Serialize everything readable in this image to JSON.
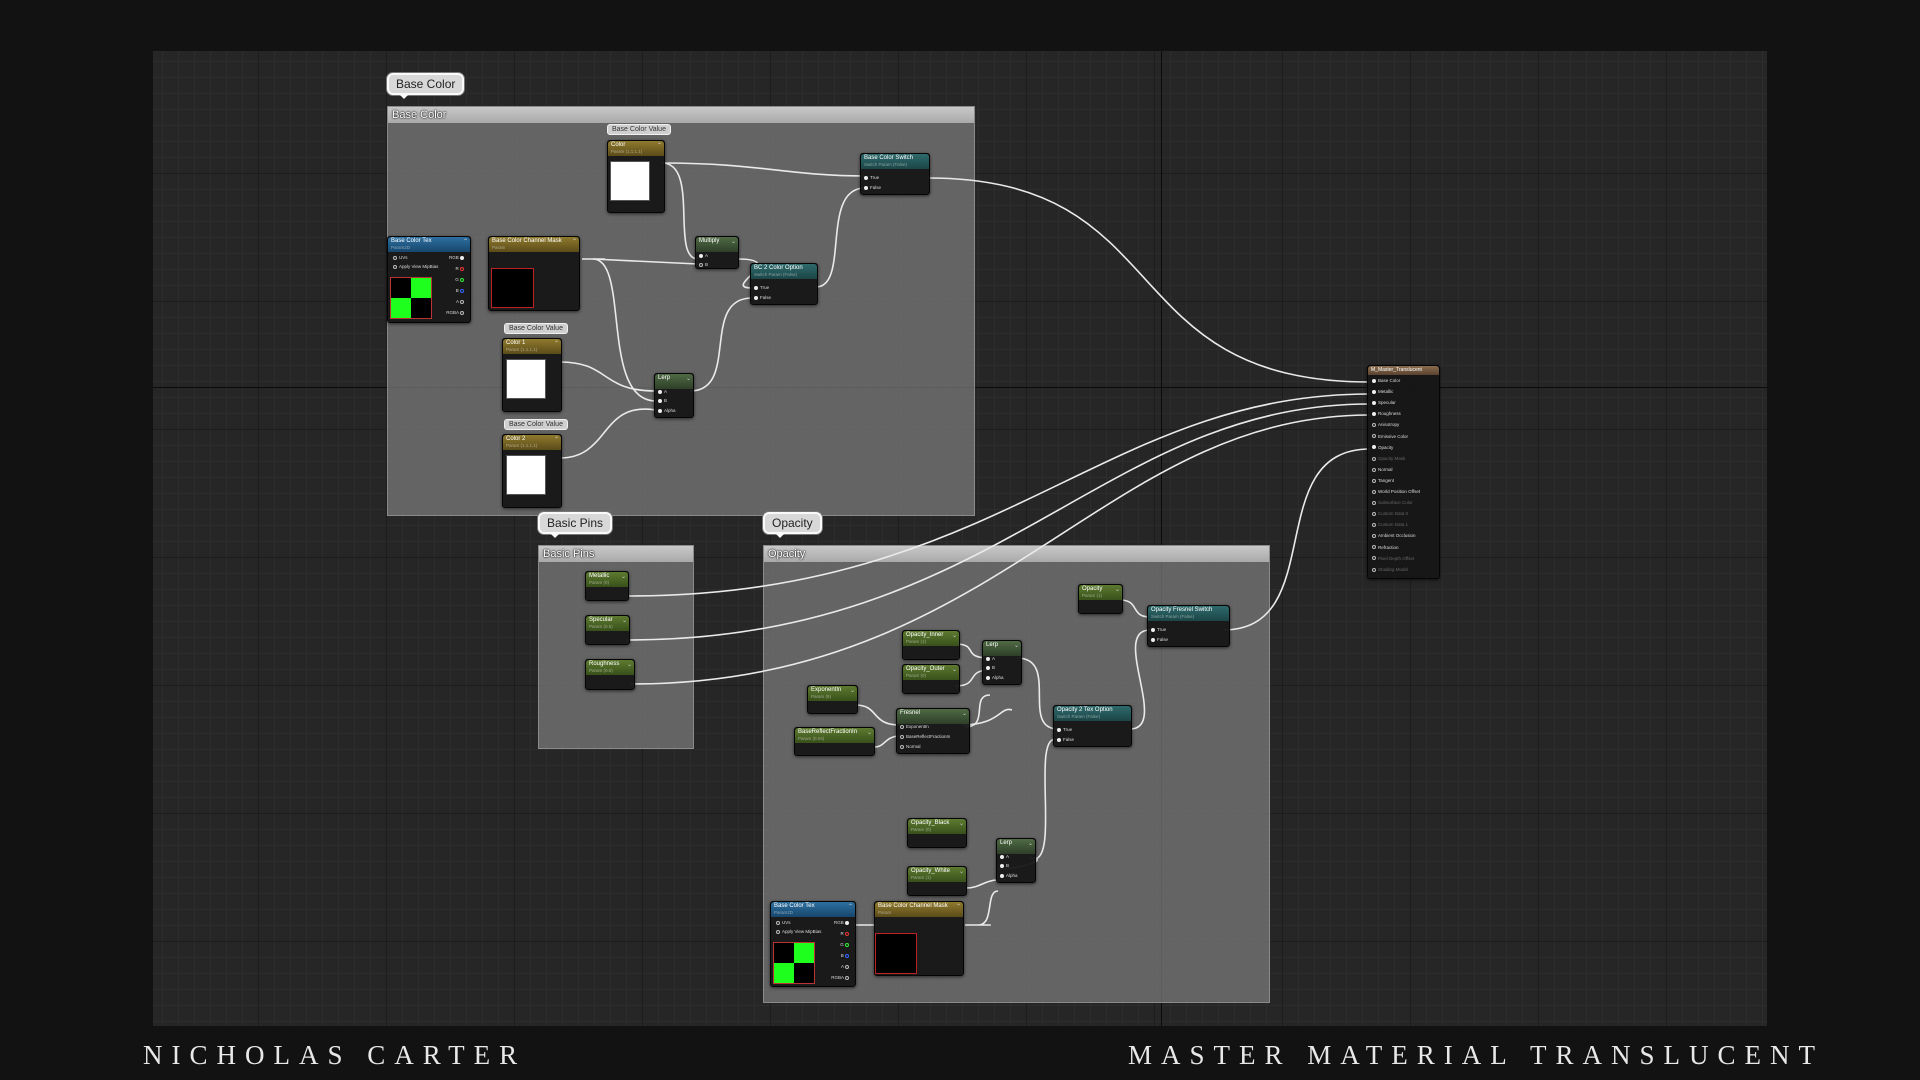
{
  "comments": {
    "base_color": {
      "bubble": "Base Color",
      "title": "Base Color"
    },
    "basic_pins": {
      "bubble": "Basic Pins",
      "title": "Basic Pins"
    },
    "opacity": {
      "bubble": "Opacity",
      "title": "Opacity"
    }
  },
  "small_bubbles": {
    "base_color_value": "Base Color Value"
  },
  "nodes": {
    "color_top": {
      "title": "Color",
      "sub": "Param (1,1,1,1)"
    },
    "multiply": {
      "title": "Multiply",
      "a": "A",
      "b": "B"
    },
    "base_color_switch": {
      "title": "Base Color Switch",
      "sub": "Switch Param (False)",
      "t": "True",
      "f": "False"
    },
    "base_color_tex": {
      "title": "Base Color Tex",
      "sub": "Param2D",
      "uvs": "UVs",
      "apply": "Apply View MipBias",
      "rgb": "RGB",
      "r": "R",
      "g": "G",
      "b": "B",
      "a": "A",
      "rgba": "RGBA"
    },
    "channel_mask": {
      "title": "Base Color Channel Mask",
      "sub": "Param"
    },
    "bc2_option": {
      "title": "BC 2 Color Option",
      "sub": "Switch Param (False)",
      "t": "True",
      "f": "False"
    },
    "color1": {
      "title": "Color 1",
      "sub": "Param (1,1,1,1)"
    },
    "lerp_top": {
      "title": "Lerp",
      "a": "A",
      "b": "B",
      "alpha": "Alpha"
    },
    "color2": {
      "title": "Color 2",
      "sub": "Param (1,1,1,1)"
    },
    "metallic": {
      "title": "Metallic",
      "sub": "Param (0)"
    },
    "specular": {
      "title": "Specular",
      "sub": "Param (0.5)"
    },
    "roughness": {
      "title": "Roughness",
      "sub": "Param (0.5)"
    },
    "opacity_param": {
      "title": "Opacity",
      "sub": "Param (1)"
    },
    "opacity_fresnel_switch": {
      "title": "Opacity Fresnel Switch",
      "sub": "Switch Param (False)",
      "t": "True",
      "f": "False"
    },
    "opacity_inner": {
      "title": "Opacity_Inner",
      "sub": "Param (1)"
    },
    "opacity_outer": {
      "title": "Opacity_Outer",
      "sub": "Param (0)"
    },
    "lerp_op1": {
      "title": "Lerp",
      "a": "A",
      "b": "B",
      "alpha": "Alpha"
    },
    "exponentin": {
      "title": "ExponentIn",
      "sub": "Param (5)"
    },
    "fresnel": {
      "title": "Fresnel",
      "p1": "ExponentIn",
      "p2": "BaseReflectFractionIn",
      "p3": "Normal"
    },
    "base_reflect": {
      "title": "BaseReflectFractionIn",
      "sub": "Param (0.04)"
    },
    "opacity_2tex": {
      "title": "Opacity 2 Tex Option",
      "sub": "Switch Param (False)",
      "t": "True",
      "f": "False"
    },
    "opacity_black": {
      "title": "Opacity_Black",
      "sub": "Param (0)"
    },
    "lerp_op2": {
      "title": "Lerp",
      "a": "A",
      "b": "B",
      "alpha": "Alpha"
    },
    "opacity_white": {
      "title": "Opacity_White",
      "sub": "Param (1)"
    },
    "base_color_tex2": {
      "title": "Base Color Tex",
      "sub": "Param2D",
      "uvs": "UVs",
      "apply": "Apply View MipBias",
      "rgb": "RGB",
      "r": "R",
      "g": "G",
      "b": "B",
      "a": "A",
      "rgba": "RGBA"
    },
    "channel_mask2": {
      "title": "Base Color Channel Mask",
      "sub": "Param"
    }
  },
  "result_node": {
    "title": "M_Master_Translucent",
    "pins": [
      "Base Color",
      "Metallic",
      "Specular",
      "Roughness",
      "Anisotropy",
      "Emissive Color",
      "Opacity",
      "Opacity Mask",
      "Normal",
      "Tangent",
      "World Position Offset",
      "Subsurface Color",
      "Custom Data 0",
      "Custom Data 1",
      "Ambient Occlusion",
      "Refraction",
      "Pixel Depth Offset",
      "Shading Model"
    ]
  },
  "footer": {
    "left": "NICHOLAS CARTER",
    "right": "MASTER MATERIAL TRANSLUCENT"
  },
  "colors": {
    "background": "#121212",
    "graph": "#262626",
    "comment": "#7d7d7d",
    "wire": "#eeeeee",
    "checker_green": "#1eff1e"
  }
}
